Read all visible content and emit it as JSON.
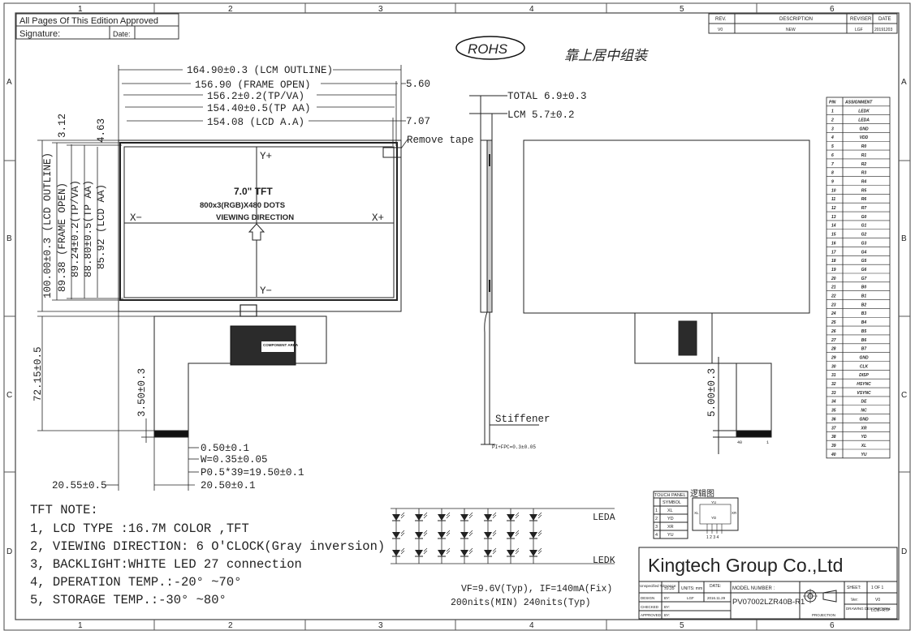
{
  "frame": {
    "col_labels": [
      "1",
      "2",
      "3",
      "4",
      "5",
      "6"
    ],
    "row_labels": [
      "A",
      "B",
      "C",
      "D"
    ]
  },
  "approval": {
    "title": "All Pages Of This Edition Approved",
    "signature_label": "Signature:",
    "date_label": "Date:"
  },
  "revision": {
    "headers": [
      "REV.",
      "DESCRIPTION",
      "REVISER",
      "DATE"
    ],
    "row": [
      "V0",
      "NEW",
      "LGF",
      "20191203"
    ]
  },
  "rohs": "ROHS",
  "chinese_note": "靠上居中组装",
  "front_dims": {
    "lcm_outline_w": "164.90±0.3 (LCM OUTLINE)",
    "frame_open_w": "156.90 (FRAME OPEN)",
    "tp_va_w": "156.2±0.2(TP/VA)",
    "tp_aa_w": "154.40±0.5(TP AA)",
    "lcd_aa_w": "154.08 (LCD A.A)",
    "right_offset_1": "5.60",
    "right_offset_2": "7.07",
    "top_offset_1": "3.12",
    "top_offset_2": "4.63",
    "lcd_outline_h": "100.00±0.3 (LCD OUTLINE)",
    "frame_open_h": "89.38 (FRAME OPEN)",
    "tp_va_h": "89.24±0.2(TP/VA)",
    "tp_aa_h": "88.80±0.5(TP AA)",
    "lcd_aa_h": "85.92 (LCD AA)",
    "remove_tape": "Remove tape",
    "fpc_length": "72.15±0.5",
    "fpc_tail": "3.50±0.3",
    "left_offset": "20.55±0.5",
    "pad_a": "0.50±0.1",
    "pad_w": "W=0.35±0.05",
    "pitch": "P0.5*39=19.50±0.1",
    "pad_total": "20.50±0.1",
    "component_area": "COMPONENT AREA"
  },
  "screen": {
    "size": "7.0\" TFT",
    "resolution": "800x3(RGB)X480 DOTS",
    "viewing": "VIEWING DIRECTION",
    "y_plus": "Y+",
    "y_minus": "Y−",
    "x_minus": "X−",
    "x_plus": "X+"
  },
  "side_dims": {
    "total": "TOTAL 6.9±0.3",
    "lcm": "LCM 5.7±0.2",
    "stiffener": "Stiffener",
    "pi_fpc": "PI+FPC=0.3±0.05"
  },
  "back_dims": {
    "tail": "5.00±0.3",
    "pin_start": "40",
    "pin_end": "1"
  },
  "pin_table": {
    "headers": [
      "PIN",
      "ASSIGNMENT"
    ],
    "rows": [
      [
        "1",
        "LEDK"
      ],
      [
        "2",
        "LEDA"
      ],
      [
        "3",
        "GND"
      ],
      [
        "4",
        "VDD"
      ],
      [
        "5",
        "R0"
      ],
      [
        "6",
        "R1"
      ],
      [
        "7",
        "R2"
      ],
      [
        "8",
        "R3"
      ],
      [
        "9",
        "R4"
      ],
      [
        "10",
        "R5"
      ],
      [
        "11",
        "R6"
      ],
      [
        "12",
        "R7"
      ],
      [
        "13",
        "G0"
      ],
      [
        "14",
        "G1"
      ],
      [
        "15",
        "G2"
      ],
      [
        "16",
        "G3"
      ],
      [
        "17",
        "G4"
      ],
      [
        "18",
        "G5"
      ],
      [
        "19",
        "G6"
      ],
      [
        "20",
        "G7"
      ],
      [
        "21",
        "B0"
      ],
      [
        "22",
        "B1"
      ],
      [
        "23",
        "B2"
      ],
      [
        "24",
        "B3"
      ],
      [
        "25",
        "B4"
      ],
      [
        "26",
        "B5"
      ],
      [
        "27",
        "B6"
      ],
      [
        "28",
        "B7"
      ],
      [
        "29",
        "GND"
      ],
      [
        "30",
        "CLK"
      ],
      [
        "31",
        "DISP"
      ],
      [
        "32",
        "HSYNC"
      ],
      [
        "33",
        "VSYNC"
      ],
      [
        "34",
        "DE"
      ],
      [
        "35",
        "NC"
      ],
      [
        "36",
        "GND"
      ],
      [
        "37",
        "XR"
      ],
      [
        "38",
        "YD"
      ],
      [
        "39",
        "XL"
      ],
      [
        "40",
        "YU"
      ]
    ]
  },
  "touch": {
    "headers": [
      "TOUCH PANEL",
      "SYMBOL"
    ],
    "rows": [
      [
        "1",
        "XL"
      ],
      [
        "2",
        "YD"
      ],
      [
        "3",
        "XR"
      ],
      [
        "4",
        "YU"
      ]
    ],
    "logic_title": "逻辑图",
    "yu": "YU",
    "xl": "XL",
    "xr": "XR",
    "yd": "YD",
    "pins": "1 2 3 4"
  },
  "notes": {
    "title": "TFT NOTE:",
    "items": [
      "1, LCD TYPE :16.7M COLOR ,TFT",
      "2, VIEWING DIRECTION: 6 O'CLOCK(Gray inversion)",
      "3, BACKLIGHT:WHITE LED 27 connection",
      "4, DPERATION TEMP.:-20° ~70°",
      "5, STORAGE TEMP.:-30° ~80°"
    ]
  },
  "led": {
    "leda": "LEDA",
    "ledk": "LEDK",
    "vf": "VF=9.6V(Typ),  IF=140mA(Fix)",
    "nits": "200nits(MIN) 240nits(Typ)"
  },
  "title_block": {
    "company": "Kingtech Group Co.,Ltd",
    "tolerance": "Unspecified Tolerance:",
    "tol_val": "±0.35",
    "units": "UNITS: mm",
    "date_label": "DATE:",
    "model_label": "MODEL NUMBER :",
    "model": "PV07002LZR40B-R1",
    "sheet_label": "SHEET:",
    "sheet": "1 OF 1",
    "ver_label": "Ver:",
    "ver": "V0",
    "design": "DESIGN",
    "by": "BY:",
    "designer": "LGF",
    "design_date": "2016.11.29",
    "checked": "CHECKED",
    "approved": "APPROVED",
    "projection": "PROJECTION",
    "drawing_desc": "DRAWING DESCRIPTION:",
    "desc": "LCM+RTP"
  }
}
